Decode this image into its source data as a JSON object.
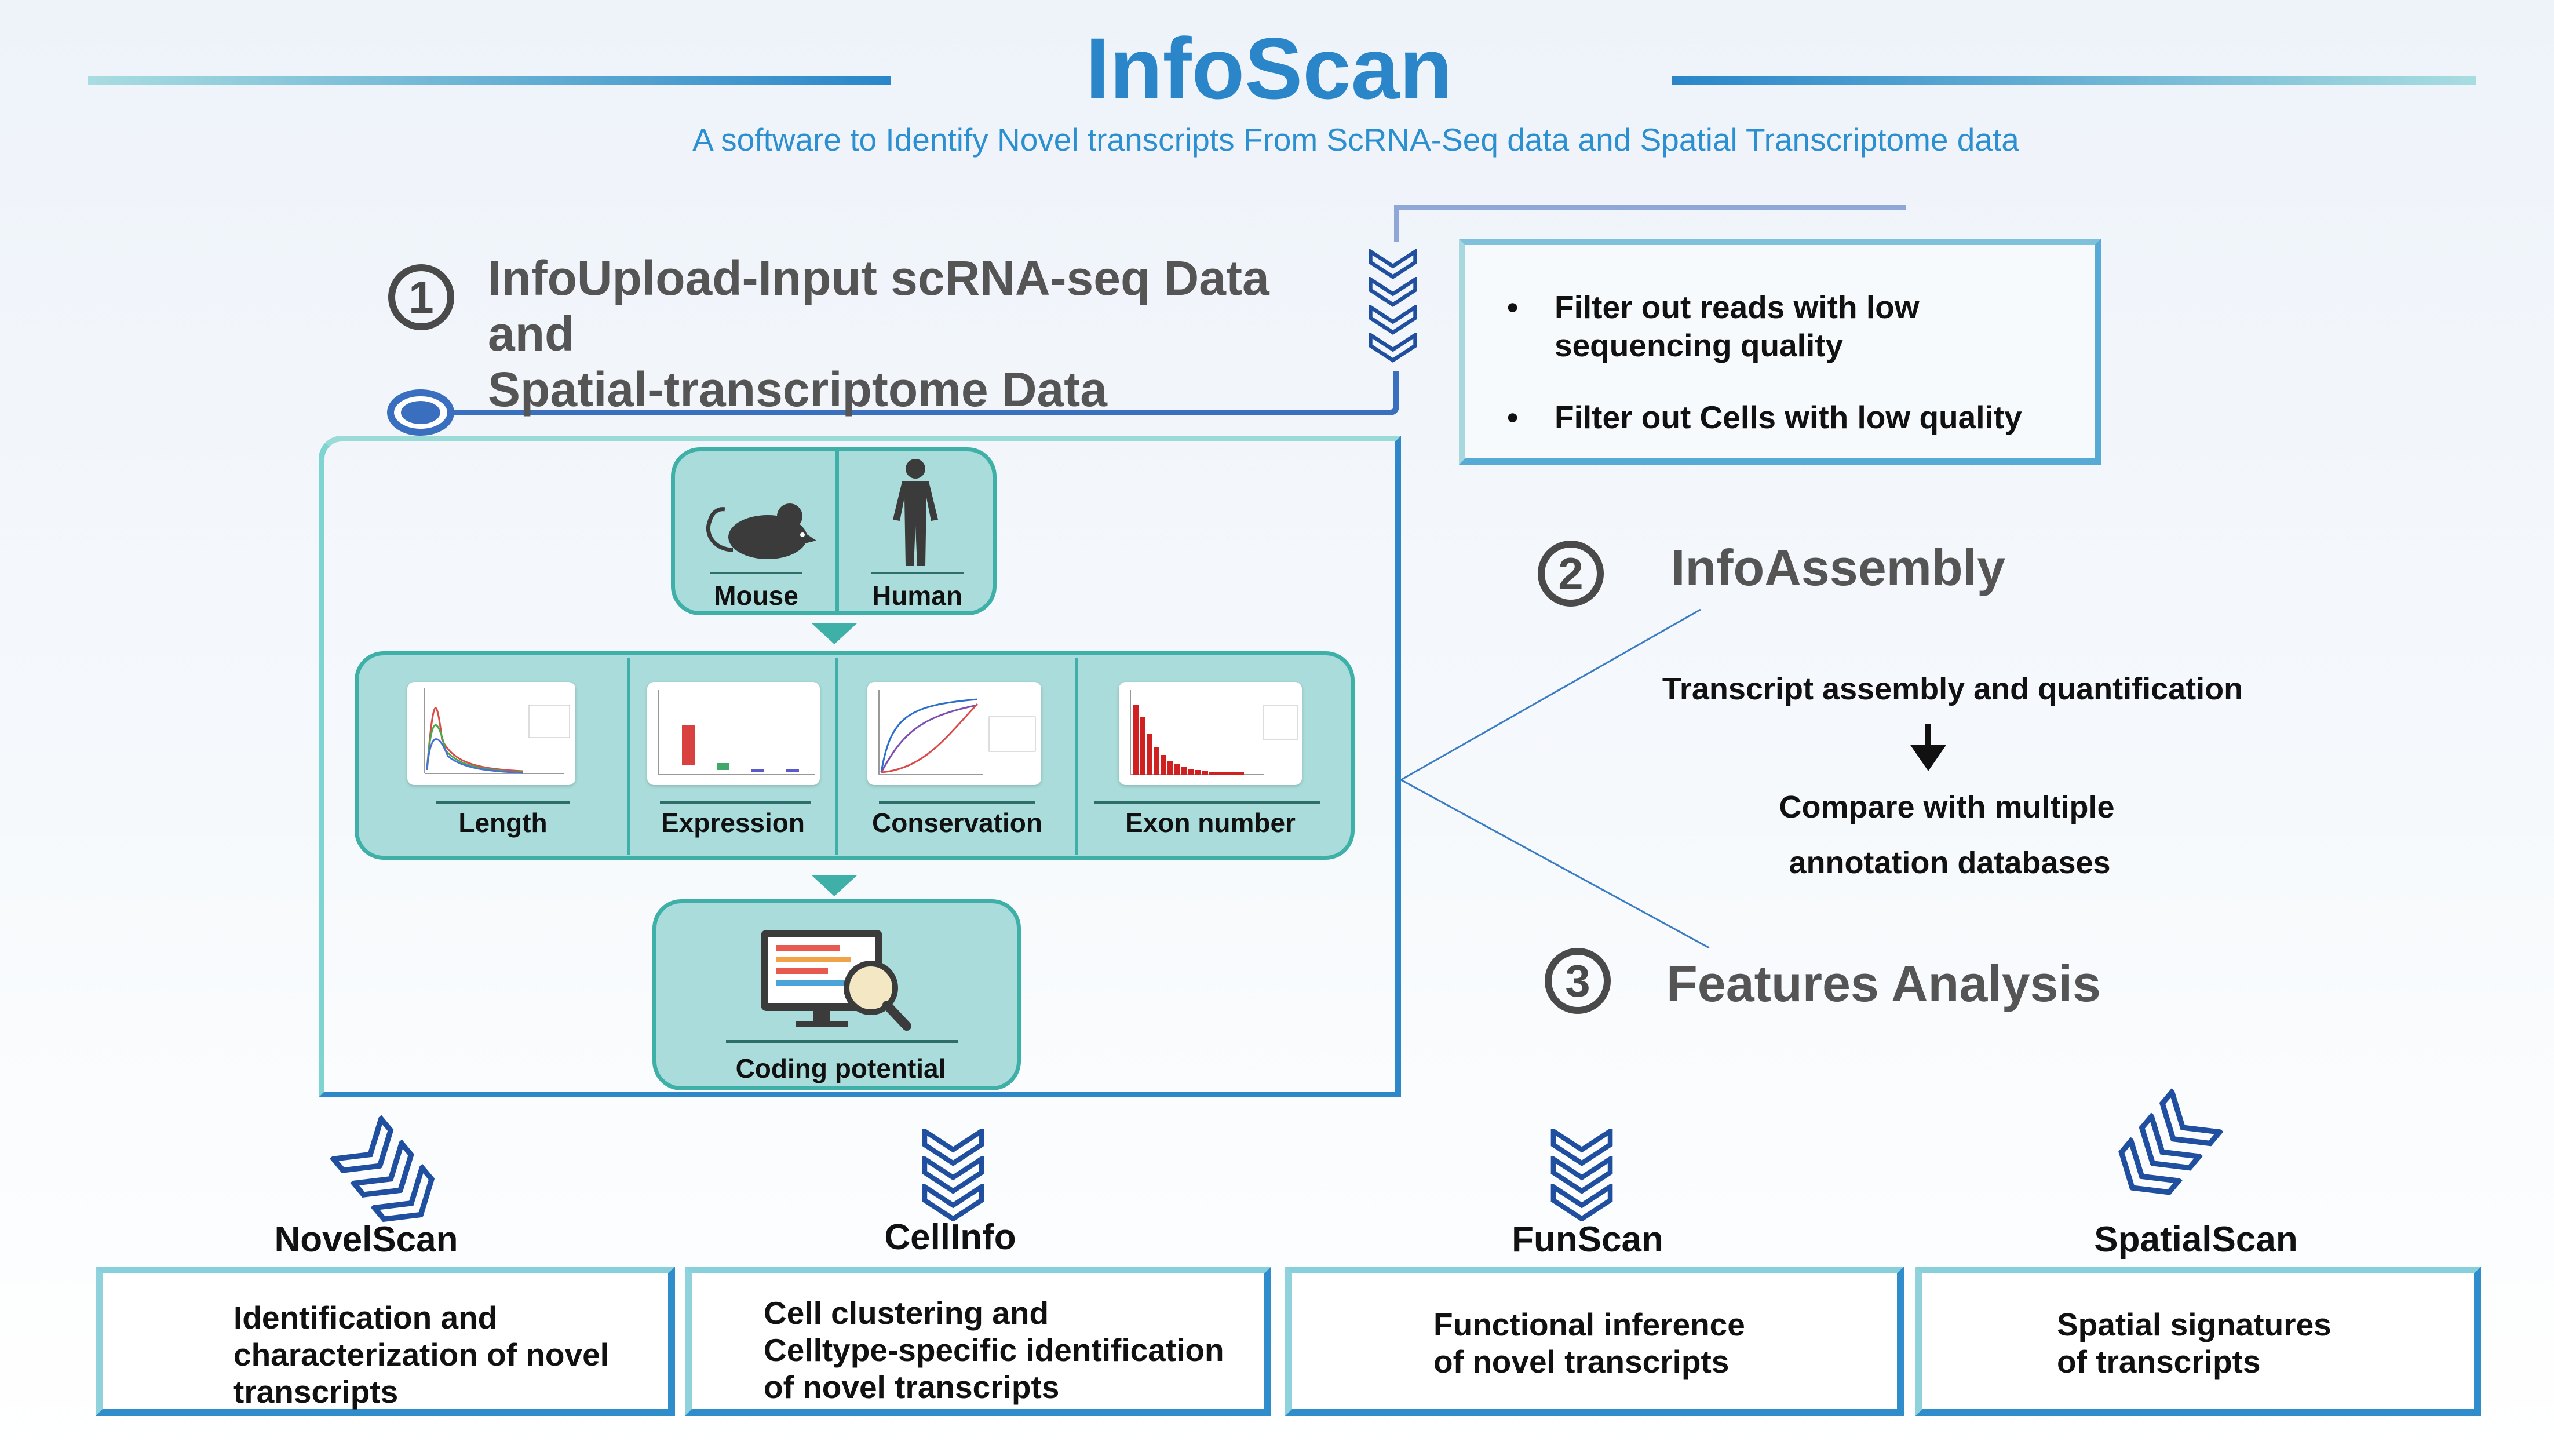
{
  "header": {
    "title": "InfoScan",
    "subtitle": "A software to Identify Novel transcripts From ScRNA-Seq data and Spatial Transcriptome data"
  },
  "steps": [
    {
      "number": "1",
      "title_line1": "InfoUpload-Input scRNA-seq Data and",
      "title_line2": "Spatial-transcriptome Data"
    },
    {
      "number": "2",
      "title": "InfoAssembly"
    },
    {
      "number": "3",
      "title": "Features Analysis"
    }
  ],
  "filters": {
    "bullet": "•",
    "items": [
      {
        "line1": "Filter out reads with low",
        "line2": "sequencing quality"
      },
      {
        "line1": "Filter out Cells with low quality",
        "line2": ""
      }
    ]
  },
  "species": {
    "mouse": "Mouse",
    "human": "Human"
  },
  "features": {
    "items": [
      "Length",
      "Expression",
      "Conservation",
      "Exon number"
    ],
    "coding": "Coding potential"
  },
  "assembly": {
    "line1": "Transcript assembly and quantification",
    "line2": "Compare with multiple",
    "line3": "annotation databases"
  },
  "modules": [
    {
      "name": "NovelScan",
      "desc": [
        "Identification and",
        "characterization of novel",
        "transcripts"
      ]
    },
    {
      "name": "CellInfo",
      "desc": [
        "Cell clustering and",
        "Celltype-specific identification",
        "of novel transcripts"
      ]
    },
    {
      "name": "FunScan",
      "desc": [
        "Functional inference",
        "of novel transcripts"
      ]
    },
    {
      "name": "SpatialScan",
      "desc": [
        "Spatial signatures",
        "of transcripts"
      ]
    }
  ],
  "colors": {
    "title_blue": "#2a86c9",
    "teal_panel": "#a9dcda",
    "teal_border": "#3fb0a8",
    "navy_chevron": "#1f4f9e",
    "box_blue": "#2f8dcb",
    "box_light": "#8fd2dc"
  },
  "icons": [
    "mouse-icon",
    "human-icon",
    "monitor-magnifier-icon",
    "chevron-stack-icon",
    "down-arrow-icon"
  ]
}
